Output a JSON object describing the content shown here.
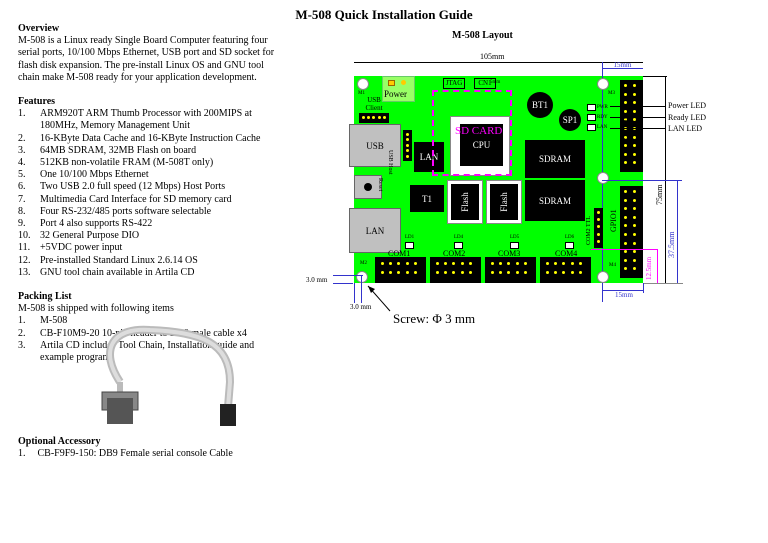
{
  "title": "M-508 Quick Installation Guide",
  "overview": {
    "heading": "Overview",
    "text": "M-508 is a Linux ready Single Board Computer featuring four serial ports, 10/100 Mbps Ethernet, USB port and SD socket for flash disk expansion. The pre-install Linux OS and GNU tool chain make M-508 ready for your application development."
  },
  "features": {
    "heading": "Features",
    "items": [
      "ARM920T ARM Thumb Processor with 200MIPS at 180MHz, Memory Management Unit",
      "16-KByte Data Cache and 16-KByte Instruction Cache",
      "64MB SDRAM, 32MB Flash on board",
      "512KB non-volatile FRAM (M-508T only)",
      "One 10/100 Mbps Ethernet",
      "Two USB 2.0 full speed (12 Mbps) Host Ports",
      "Multimedia Card Interface for SD memory card",
      "Four RS-232/485 ports software selectable",
      "Port 4 also supports RS-422",
      "32 General Purpose DIO",
      "+5VDC power input",
      "Pre-installed Standard Linux 2.6.14 OS",
      "GNU tool chain available in Artila CD"
    ]
  },
  "packing": {
    "heading": "Packing List",
    "intro": "M-508 is shipped with following items",
    "items": [
      "M-508",
      "CB-F10M9-20 10-pin header to DB9 male cable x4",
      "Artila CD includes Tool Chain, Installation guide and example programs"
    ]
  },
  "optional": {
    "heading": "Optional Accessory",
    "items": [
      "CB-F9F9-150: DB9 Female serial console Cable"
    ]
  },
  "layout": {
    "title": "M-508 Layout",
    "dim_width": "105mm",
    "dim_15_top": "15mm",
    "dim_15_bottom": "15mm",
    "dim_75": "75mm",
    "dim_375": "37.5mm",
    "dim_125": "12.5mm",
    "dim_3_left": "3.0 mm",
    "dim_3_bottom": "3.0 mm",
    "screw": "Screw: Φ 3 mm",
    "dim_5": "5mm",
    "labels": {
      "m1": "M1",
      "m2": "M2",
      "m3": "M3",
      "m4": "M4",
      "power": "Power",
      "jtag": "JTAG",
      "cn1": "CN1",
      "usb_client": "USB Client",
      "usb": "USB",
      "usb_host": "USB Host",
      "lan_chip": "LAN",
      "sdcard": "SD CARD",
      "cpu": "CPU",
      "bt1": "BT1",
      "sp1": "SP1",
      "pwr": "PWR",
      "rdy": "RDY",
      "lan_led": "LAN",
      "gpio0": "GPIO0",
      "sdram1": "SDRAM",
      "reset": "Reset",
      "t1": "T1",
      "flash1": "Flash",
      "flash2": "Flash",
      "sdram2": "SDRAM",
      "com2ttl": "COM2 TTL",
      "gpio1": "GPIO1",
      "lan_port": "LAN",
      "ld1": "LD1",
      "ld4": "LD4",
      "ld5": "LD5",
      "ld6": "LD6",
      "com1": "COM1",
      "com2": "COM2",
      "com3": "COM3",
      "com4": "COM4"
    },
    "legend": [
      "Power LED",
      "Ready LED",
      "LAN LED"
    ]
  },
  "colors": {
    "board": "#00ff00",
    "pink": "#ff00ff",
    "blue": "#3333cc"
  }
}
